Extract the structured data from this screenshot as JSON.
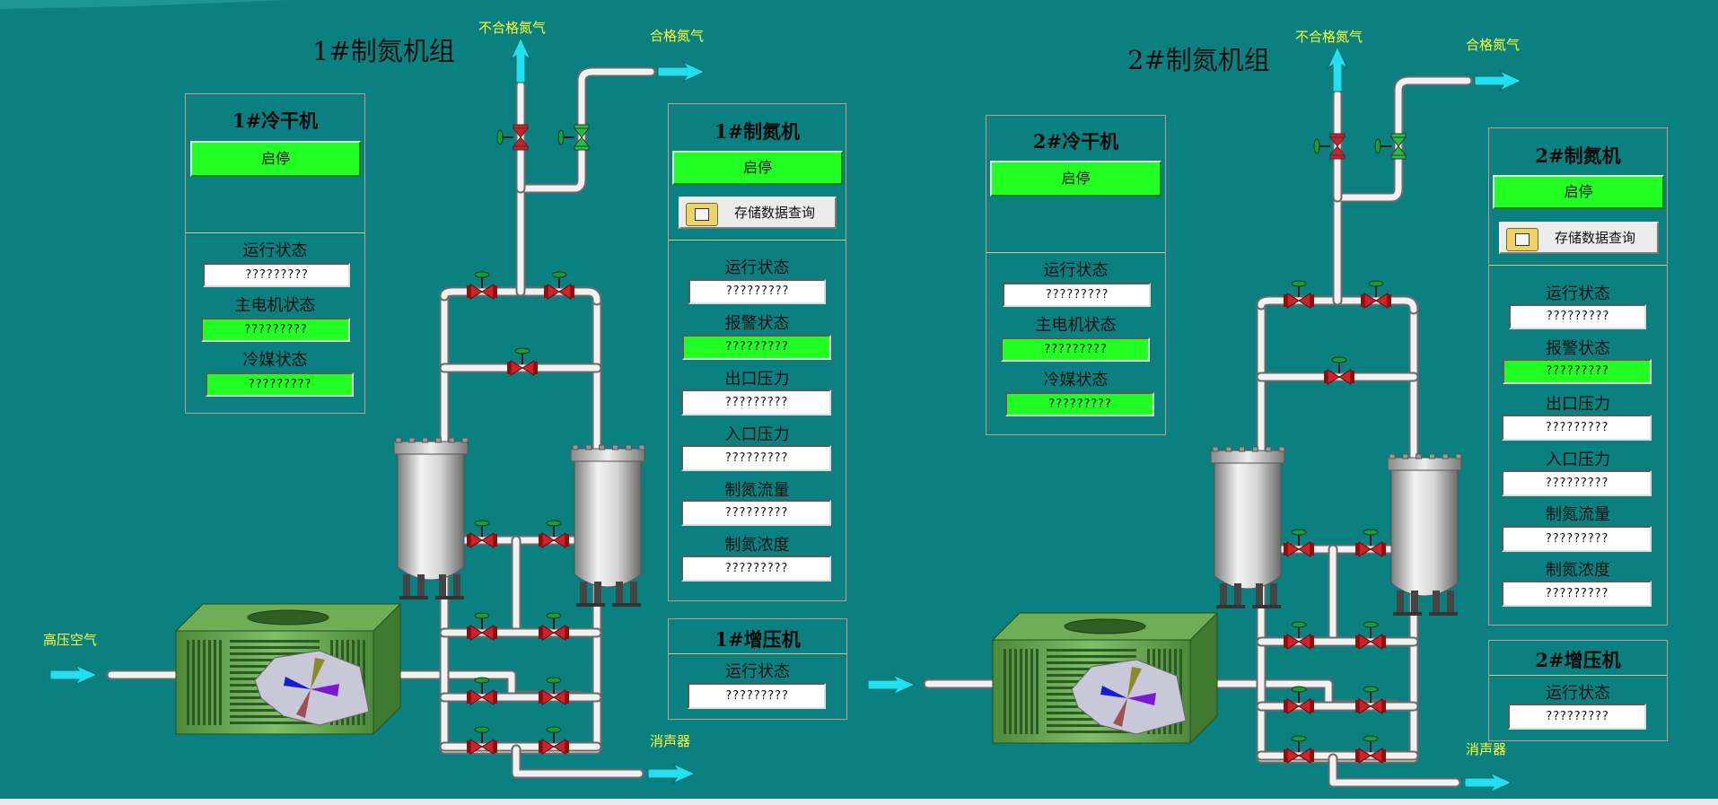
{
  "unit1": {
    "title": "1#制氮机组",
    "dryer": {
      "title": "1#冷干机",
      "start_stop": "启停",
      "run_status_label": "运行状态",
      "run_status_value": "?????????",
      "motor_status_label": "主电机状态",
      "motor_status_value": "?????????",
      "coolant_status_label": "冷媒状态",
      "coolant_status_value": "?????????"
    },
    "generator": {
      "title": "1#制氮机",
      "start_stop": "启停",
      "query_button": "存储数据查询",
      "run_status_label": "运行状态",
      "run_status_value": "?????????",
      "alarm_status_label": "报警状态",
      "alarm_status_value": "?????????",
      "outlet_pressure_label": "出口压力",
      "outlet_pressure_value": "?????????",
      "inlet_pressure_label": "入口压力",
      "inlet_pressure_value": "?????????",
      "flow_label": "制氮流量",
      "flow_value": "?????????",
      "purity_label": "制氮浓度",
      "purity_value": "?????????"
    },
    "booster": {
      "title": "1#增压机",
      "run_status_label": "运行状态",
      "run_status_value": "?????????"
    },
    "labels": {
      "reject": "不合格氮气",
      "qualified": "合格氮气",
      "air_in": "高压空气",
      "silencer": "消声器"
    }
  },
  "unit2": {
    "title": "2#制氮机组",
    "dryer": {
      "title": "2#冷干机",
      "start_stop": "启停",
      "run_status_label": "运行状态",
      "run_status_value": "?????????",
      "motor_status_label": "主电机状态",
      "motor_status_value": "?????????",
      "coolant_status_label": "冷媒状态",
      "coolant_status_value": "?????????"
    },
    "generator": {
      "title": "2#制氮机",
      "start_stop": "启停",
      "query_button": "存储数据查询",
      "run_status_label": "运行状态",
      "run_status_value": "?????????",
      "alarm_status_label": "报警状态",
      "alarm_status_value": "?????????",
      "outlet_pressure_label": "出口压力",
      "outlet_pressure_value": "?????????",
      "inlet_pressure_label": "入口压力",
      "inlet_pressure_value": "?????????",
      "flow_label": "制氮流量",
      "flow_value": "?????????",
      "purity_label": "制氮浓度",
      "purity_value": "?????????"
    },
    "booster": {
      "title": "2#增压机",
      "run_status_label": "运行状态",
      "run_status_value": "?????????"
    },
    "labels": {
      "reject": "不合格氮气",
      "qualified": "合格氮气",
      "silencer": "消声器"
    }
  },
  "colors": {
    "background": "#0b8080",
    "button_green": "#22ff22",
    "label_yellow": "#ffff33",
    "arrow_cyan": "#22e0f0",
    "valve_red": "#d0202a"
  },
  "icons": {
    "arrow": "arrow-icon",
    "valve": "valve-icon",
    "tank": "tank-icon",
    "dryer": "dryer-icon",
    "query": "disk-icon"
  }
}
